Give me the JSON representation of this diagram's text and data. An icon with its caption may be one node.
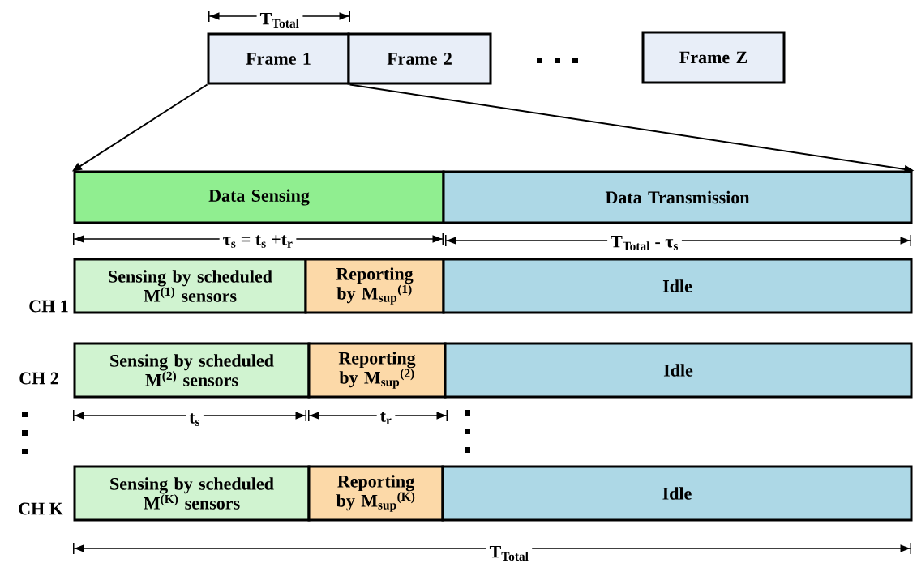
{
  "diagram": {
    "nodes": [
      {
        "text": [
          "Frame 1"
        ]
      },
      {
        "text": [
          "Frame 2"
        ]
      },
      {
        "text": [
          "Frame  Z"
        ]
      },
      {
        "text": [
          "Data Sensing"
        ]
      },
      {
        "text": [
          "Data Transmission"
        ]
      },
      {
        "text": [
          "Sensing by scheduled M$^{(1)}$ sensors"
        ]
      },
      {
        "text": [
          "Reporting by M$_{sup}$$^{(1)}$"
        ]
      },
      {
        "text": [
          "Idle"
        ]
      },
      {
        "text": [
          "Sensing by scheduled M$^{(2)}$ sensors"
        ]
      },
      {
        "text": [
          "Reporting by  M$_{sup}$$^{(2)}$"
        ]
      },
      {
        "text": [
          "Idle"
        ]
      },
      {
        "text": [
          "Sensing by scheduled M$^{(K)}$ sensors"
        ]
      },
      {
        "text": [
          "Reporting by  M$_{sup}$$^{(K)}$"
        ]
      },
      {
        "text": [
          "Idle"
        ]
      }
    ],
    "edges": [
      {
        "from": 0,
        "to": 3,
        "arrow": "to"
      },
      {
        "from": 0,
        "to": 4,
        "arrow": "to"
      }
    ],
    "labels": [
      "T$_{Total}$",
      "τ$_{s}$ = t$_{s}$ +t$_{r}$",
      "T$_{Total}$  - τ$_{s}$",
      "CH 1",
      "CH 2",
      "t$_{s}$",
      "t$_{r}$",
      "CH K",
      "T$_{Total}$"
    ]
  }
}
